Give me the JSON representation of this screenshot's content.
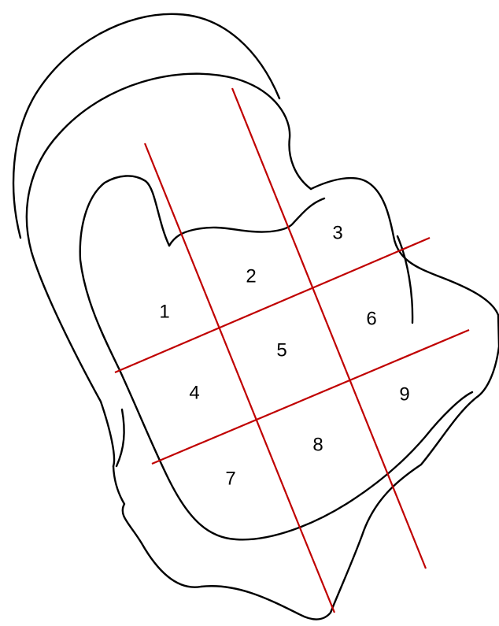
{
  "colors": {
    "outline": "#000000",
    "grid": "#c00000",
    "background": "#ffffff"
  },
  "zones": [
    {
      "id": "zone-1",
      "label": "1"
    },
    {
      "id": "zone-2",
      "label": "2"
    },
    {
      "id": "zone-3",
      "label": "3"
    },
    {
      "id": "zone-4",
      "label": "4"
    },
    {
      "id": "zone-5",
      "label": "5"
    },
    {
      "id": "zone-6",
      "label": "6"
    },
    {
      "id": "zone-7",
      "label": "7"
    },
    {
      "id": "zone-8",
      "label": "8"
    },
    {
      "id": "zone-9",
      "label": "9"
    }
  ]
}
